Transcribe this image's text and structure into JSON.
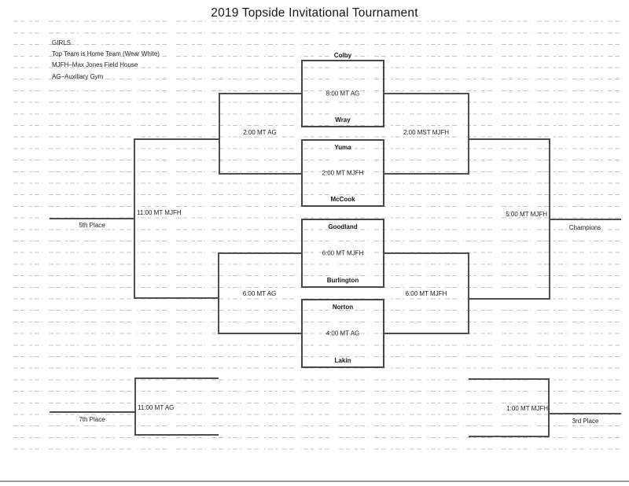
{
  "title": "2019 Topside Invitational Tournament",
  "legend": {
    "division": "GIRLS",
    "home_team_note": "Top Team is Home Team (Wear White)",
    "mjfh_note": "MJFH–Max Jones Field House",
    "ag_note": "AG–Auxiliary Gym"
  },
  "first_round": [
    {
      "top_team": "Colby",
      "time": "8:00 MT AG",
      "bottom_team": "Wray"
    },
    {
      "top_team": "Yuma",
      "time": "2:00 MT MJFH",
      "bottom_team": "McCook"
    },
    {
      "top_team": "Goodland",
      "time": "6:00 MT MJFH",
      "bottom_team": "Burlington"
    },
    {
      "top_team": "Norton",
      "time": "4:00 MT AG",
      "bottom_team": "Lakin"
    }
  ],
  "consolation_bracket": {
    "semifinal_top_time": "2:00 MT AG",
    "semifinal_bottom_time": "6:00 MT AG",
    "final_time": "11:00 MT MJFH",
    "place_label": "5th Place"
  },
  "championship_bracket": {
    "semifinal_top_time": "2:00 MST MJFH",
    "semifinal_bottom_time": "6:00 MT MJFH",
    "final_time": "5:00 MT MJFH",
    "place_label": "Champions"
  },
  "seventh_place_game": {
    "time": "11:00 MT AG",
    "place_label": "7th Place"
  },
  "third_place_game": {
    "time": "1:00 MT MJFH",
    "place_label": "3rd Place"
  },
  "colors": {
    "bracket_line": "#474747",
    "text": "#1a1a1a",
    "dotted_guide_line": "#c3c3c3",
    "paper": "#ffffff"
  }
}
